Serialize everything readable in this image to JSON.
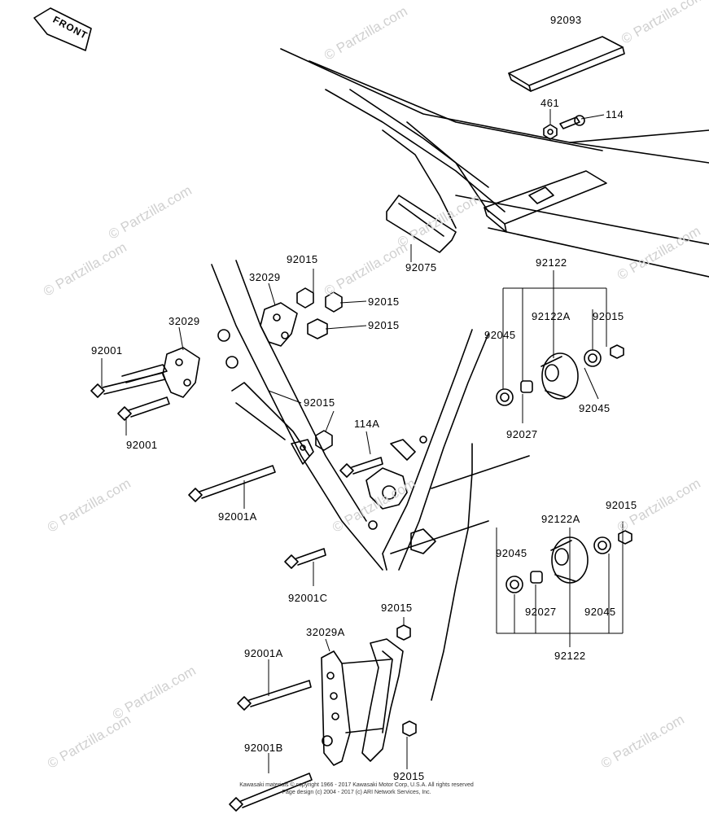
{
  "front_label": "FRONT",
  "watermark": "© Partzilla.com",
  "copyright": {
    "line1": "Kawasaki materials © copyright 1966 - 2017 Kawasaki Motor Corp, U.S.A. All rights reserved",
    "line2": "Page design (c) 2004 - 2017 (c) ARI Network Services, Inc."
  },
  "parts": {
    "p92093": "92093",
    "p461": "461",
    "p114": "114",
    "p92122_top": "92122",
    "p92075": "92075",
    "p92015_a": "92015",
    "p32029_a": "32029",
    "p92015_b": "92015",
    "p32029_b": "32029",
    "p92015_c": "92015",
    "p92122A_top": "92122A",
    "p92015_d": "92015",
    "p92045_a": "92045",
    "p92001_a": "92001",
    "p92015_e": "92015",
    "p114A": "114A",
    "p92001_b": "92001",
    "p92045_b": "92045",
    "p92027_a": "92027",
    "p92001A_a": "92001A",
    "p92015_f": "92015",
    "p92122A_bot": "92122A",
    "p92045_c": "92045",
    "p92001C": "92001C",
    "p92027_b": "92027",
    "p92045_d": "92045",
    "p92015_g": "92015",
    "p32029A": "32029A",
    "p92001A_b": "92001A",
    "p92122_bot": "92122",
    "p92001B": "92001B",
    "p92015_h": "92015"
  }
}
